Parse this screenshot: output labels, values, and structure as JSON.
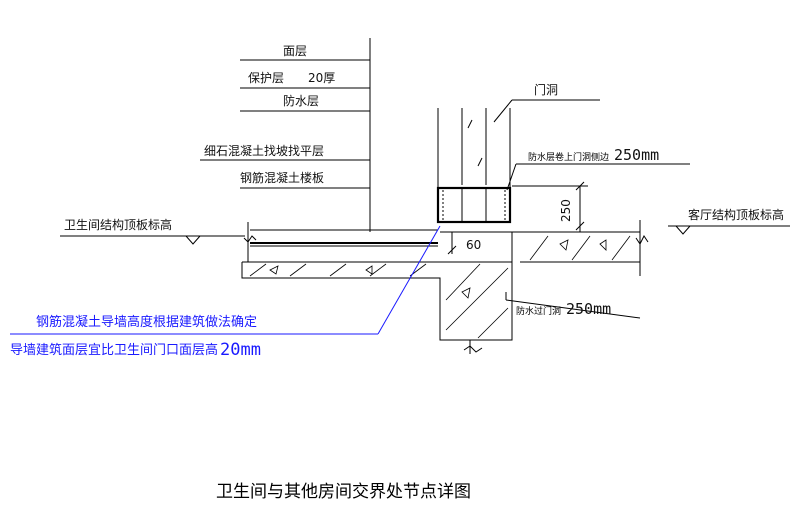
{
  "diagram": {
    "layer_labels": {
      "surface": "面层",
      "protect": "保护层",
      "protect_thk": "20厚",
      "waterproof": "防水层",
      "screed": "细石混凝土找坡找平层",
      "slab": "钢筋混凝土楼板"
    },
    "door_opening": "门洞",
    "waterproof_up_pre": "防水层卷上门洞侧边",
    "waterproof_up_val": "250mm",
    "dim_250": "250",
    "dim_60": "60",
    "bathroom_level": "卫生间结构顶板标高",
    "living_level": "客厅结构顶板标高",
    "waterproof_through_pre": "防水过门洞",
    "waterproof_through_val": "250mm",
    "note_line1": "钢筋混凝土导墙高度根据建筑做法确定",
    "note_line2_pre": "导墙建筑面层宜比卫生间门口面层高",
    "note_line2_val": "20mm",
    "caption": "卫生间与其他房间交界处节点详图",
    "colors": {
      "note": "#1a1aff",
      "line": "#000000"
    }
  }
}
